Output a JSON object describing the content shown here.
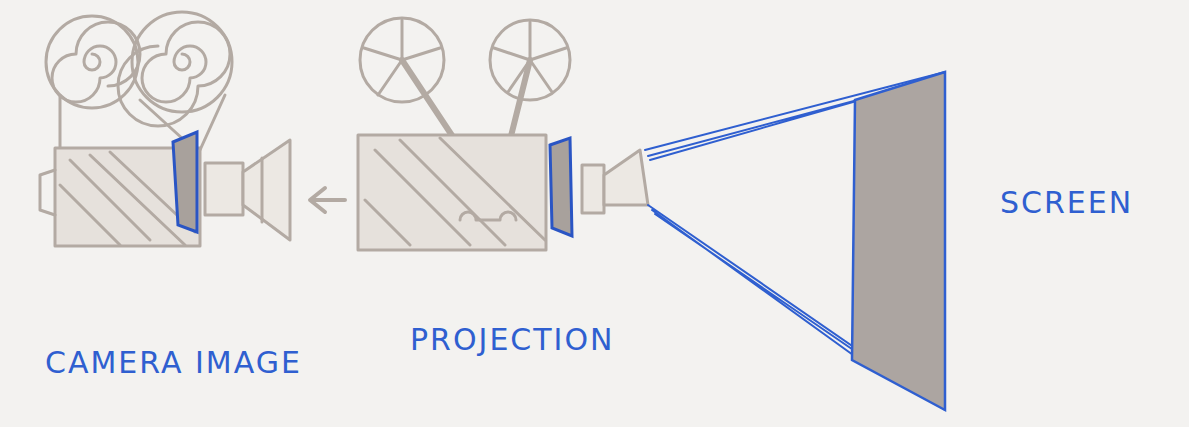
{
  "diagram": {
    "labels": [
      "CAMERA IMAGE",
      "PROJECTION",
      "SCREEN"
    ]
  }
}
